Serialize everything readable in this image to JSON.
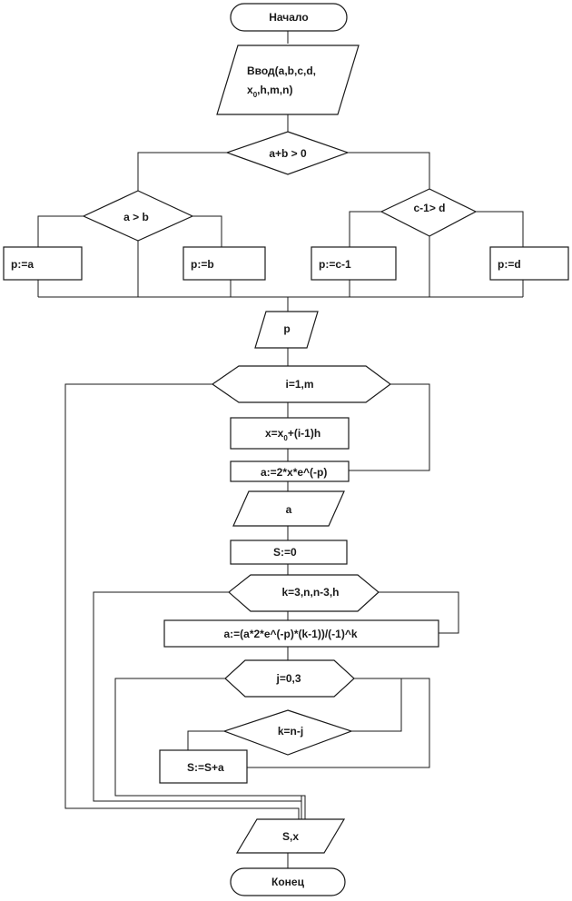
{
  "flowchart": {
    "start": "Начало",
    "input": {
      "line1": "Ввод(a,b,c,d,",
      "line2_pre": "x",
      "line2_sub": "0",
      "line2_post": ",h,m,n)"
    },
    "cond_ab_sum": "a+b  > 0",
    "cond_a_gt_b": "a > b",
    "cond_c_gt_d": "c-1> d",
    "assign_pa": "p:=a",
    "assign_pb": "p:=b",
    "assign_pc": "p:=c-1",
    "assign_pd": "p:=d",
    "output_p": "p",
    "loop_i": "i=1,m",
    "calc_x": {
      "pre": "x=x",
      "sub": "0",
      "post": "+(i-1)h"
    },
    "calc_a": "a:=2*x*e^(-p)",
    "output_a": "a",
    "init_s": "S:=0",
    "loop_k": "k=3,n,n-3,h",
    "calc_a2": "a:=(a*2*e^(-p)*(k-1))/(-1)^k",
    "loop_j": "j=0,3",
    "cond_k": "k=n-j",
    "sum_s": "S:=S+a",
    "output_sx": "S,x",
    "end": "Конец"
  }
}
